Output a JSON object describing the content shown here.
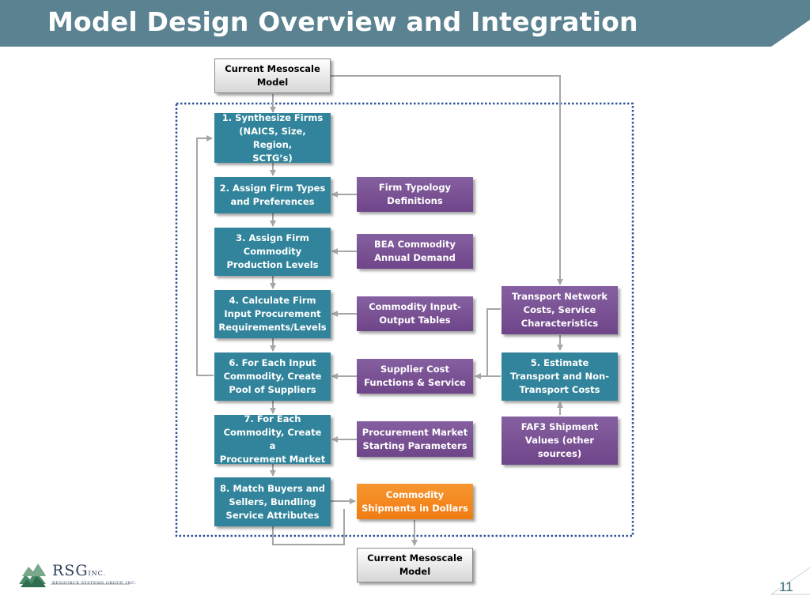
{
  "slide": {
    "title": "Model Design Overview and Integration",
    "page_number": "11"
  },
  "colors": {
    "header": "#5a8291",
    "teal_box": "#31849b",
    "purple_box": "#7a4f96",
    "orange_box": "#f58220",
    "gray_box": "#e6e6e6",
    "dotted_border": "#2f5597",
    "connector": "#a6a6a6"
  },
  "diagram": {
    "top_model": "Current Mesoscale\nModel",
    "bottom_model": "Current Mesoscale\nModel",
    "steps": [
      "1. Synthesize Firms\n(NAICS, Size, Region,\nSCTG’s)",
      "2. Assign Firm Types\nand Preferences",
      "3. Assign Firm\nCommodity\nProduction Levels",
      "4. Calculate Firm\nInput Procurement\nRequirements/Levels",
      "6. For Each Input\nCommodity, Create\nPool of Suppliers",
      "7. For Each\nCommodity, Create a\nProcurement Market",
      "8. Match Buyers and\nSellers, Bundling\nService Attributes"
    ],
    "inputs": [
      "Firm Typology\nDefinitions",
      "BEA Commodity\nAnnual Demand",
      "Commodity Input-\nOutput Tables",
      "Supplier Cost\nFunctions & Service",
      "Procurement Market\nStarting Parameters"
    ],
    "output": "Commodity\nShipments in Dollars",
    "transport": {
      "network": "Transport Network\nCosts, Service\nCharacteristics",
      "estimate": "5. Estimate\nTransport and Non-\nTransport Costs",
      "faf3": "FAF3 Shipment\nValues (other\nsources)"
    }
  },
  "logo": {
    "name": "RSG",
    "suffix": "INC.",
    "subtitle": "RESOURCE SYSTEMS GROUP, INC."
  }
}
